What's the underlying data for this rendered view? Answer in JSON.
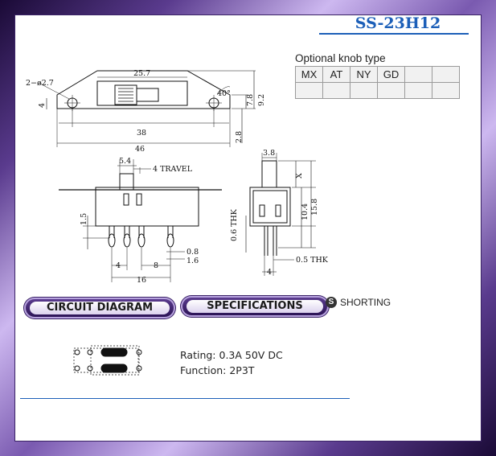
{
  "title": "SS-23H12",
  "knob": {
    "caption": "Optional knob type",
    "row1": [
      "MX",
      "AT",
      "NY",
      "GD",
      "",
      ""
    ],
    "row2": [
      "",
      "",
      "",
      "",
      "",
      ""
    ]
  },
  "sections": {
    "circuit": "CIRCUIT DIAGRAM",
    "specs": "SPECIFICATIONS",
    "shorting_icon": "S",
    "shorting": "SHORTING"
  },
  "specs": {
    "rating": "Rating: 0.3A 50V DC",
    "function": "Function: 2P3T"
  },
  "dims": {
    "holes": "2−ø2.7",
    "width_between": "25.7",
    "angle": "40°",
    "h4": "4",
    "h78": "7.8",
    "h92": "9.2",
    "h28": "2.8",
    "w38": "38",
    "w46": "46",
    "w54": "5.4",
    "travel": "4 TRAVEL",
    "h15": "1.5",
    "t06": "0.6 THK",
    "w08": "0.8",
    "w16b": "1.6",
    "w4": "4",
    "w8": "8",
    "w16": "16",
    "w38s": "3.8",
    "x": "X",
    "h104": "10.4",
    "h158": "15.8",
    "t05": "0.5 THK",
    "w4s": "4"
  }
}
